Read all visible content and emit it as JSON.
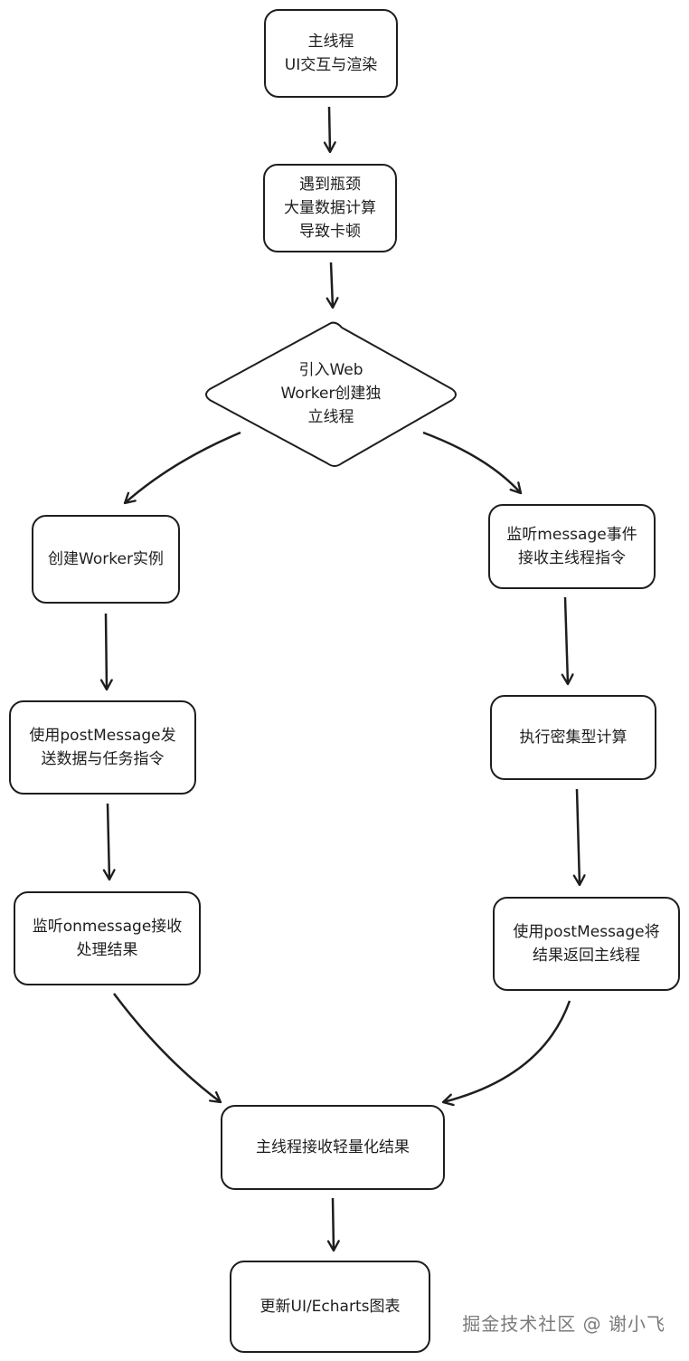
{
  "nodes": {
    "main_thread": "主线程\nUI交互与渲染",
    "bottleneck": "遇到瓶颈\n大量数据计算\n导致卡顿",
    "decision": "引入Web\nWorker创建独\n立线程",
    "create_worker": "创建Worker实例",
    "listen_message": "监听message事件\n接收主线程指令",
    "post_message_send": "使用postMessage发\n送数据与任务指令",
    "compute": "执行密集型计算",
    "listen_onmessage": "监听onmessage接收\n处理结果",
    "post_message_return": "使用postMessage将\n结果返回主线程",
    "receive_results": "主线程接收轻量化结果",
    "update_ui": "更新UI/Echarts图表"
  },
  "watermark": "掘金技术社区 @ 谢小飞"
}
